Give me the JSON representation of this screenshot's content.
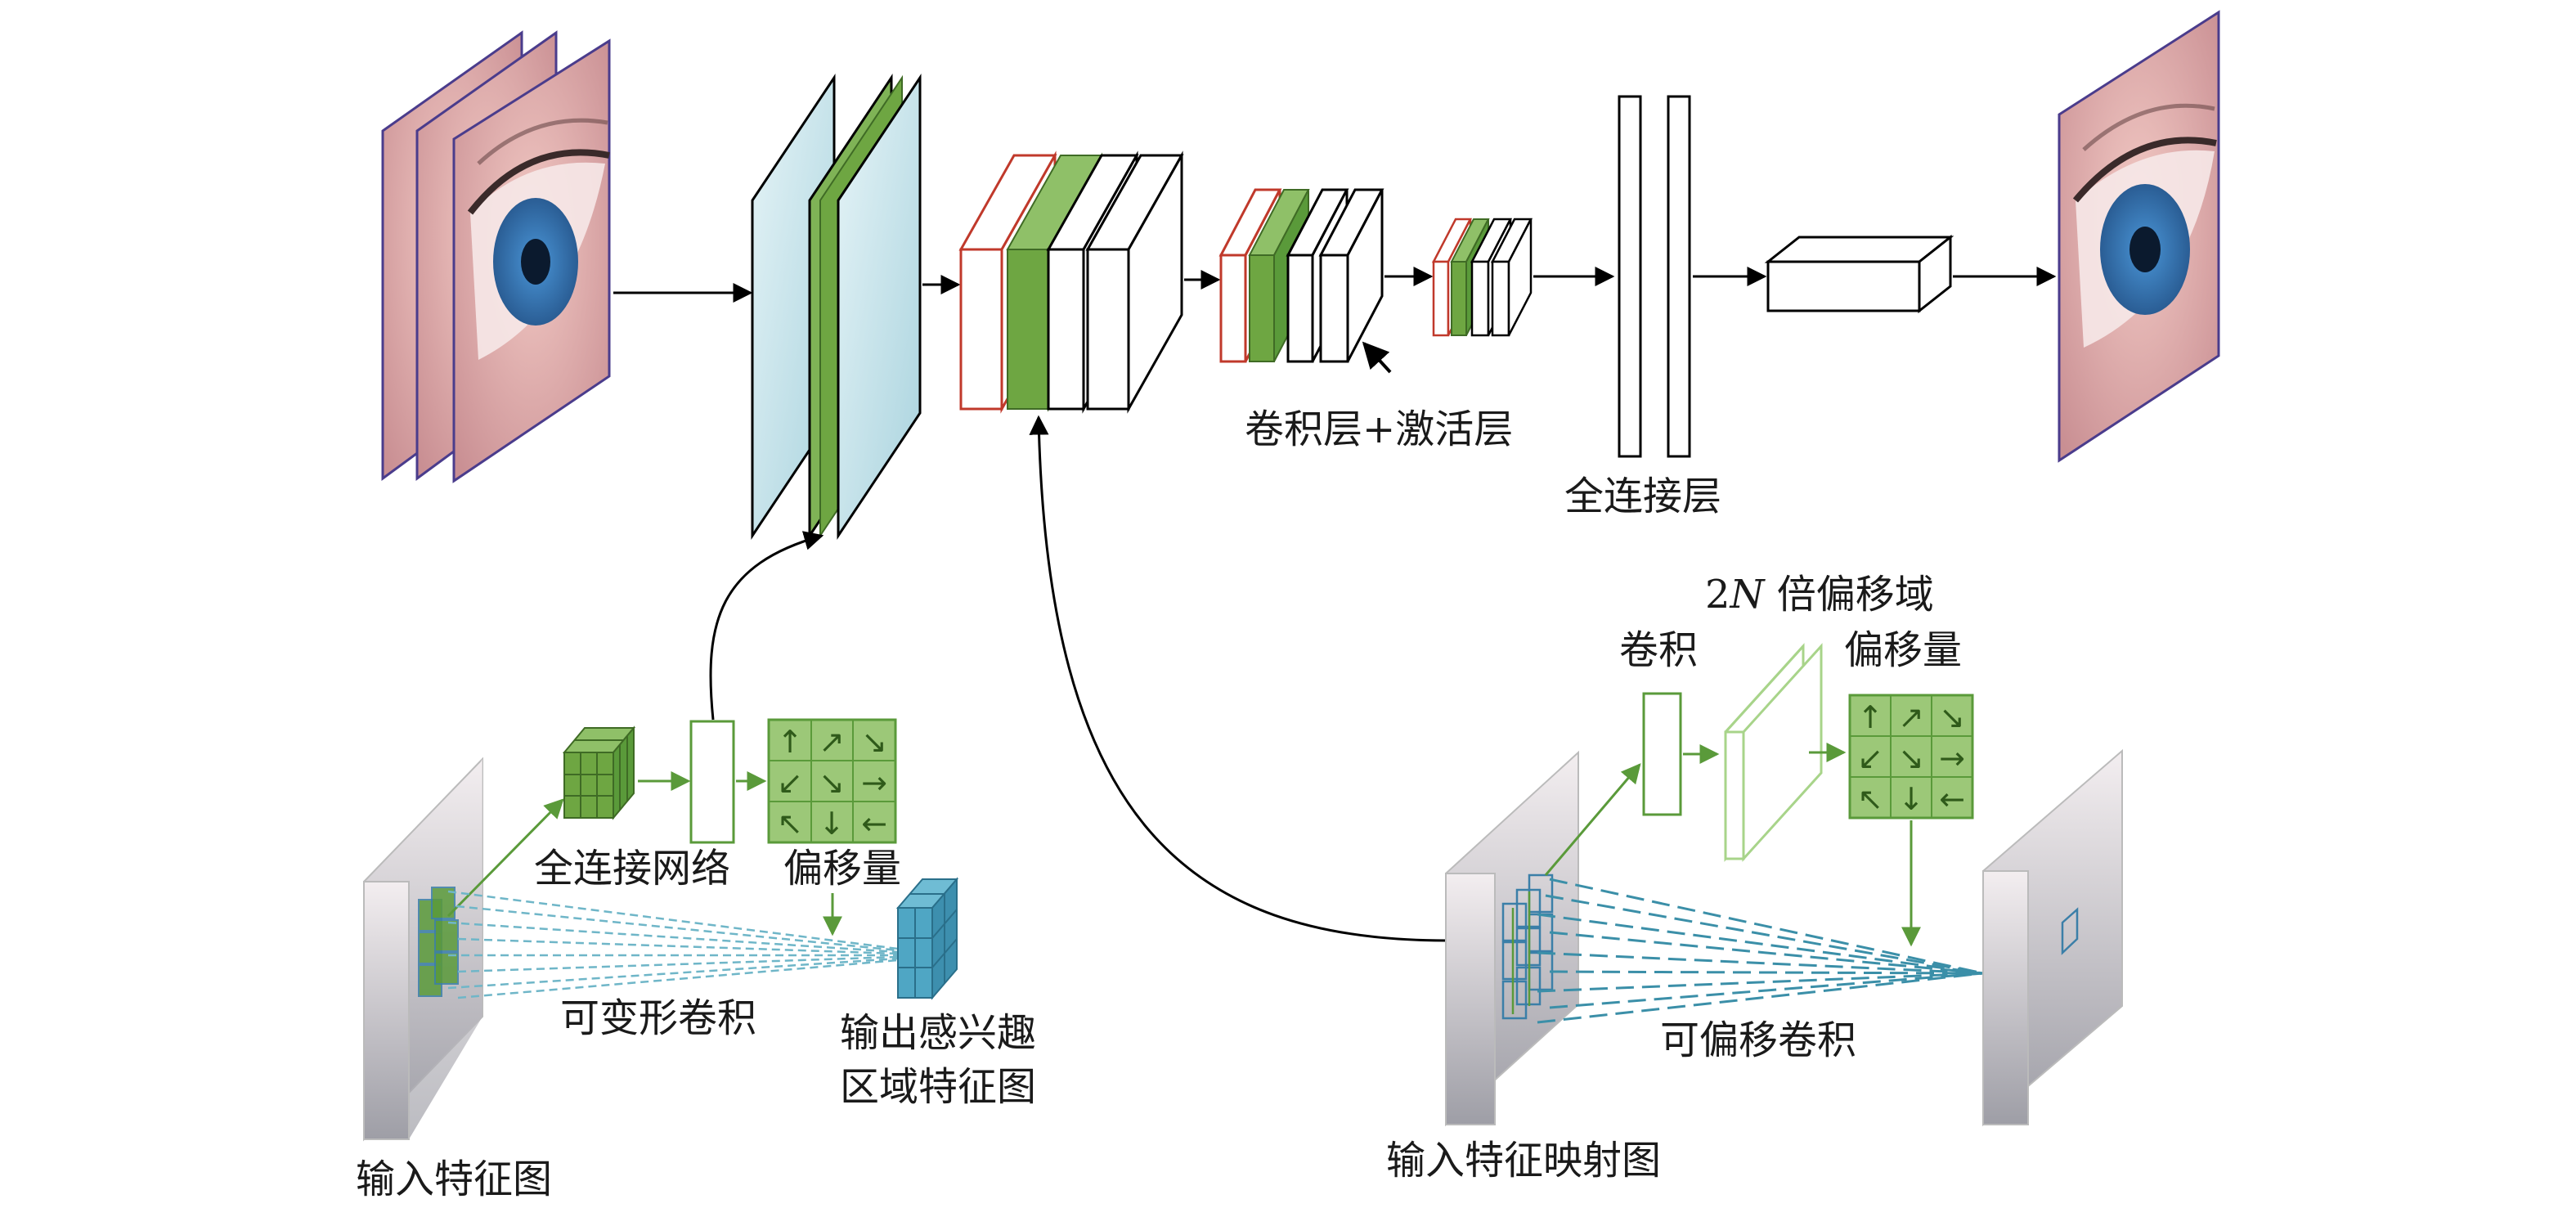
{
  "labels": {
    "conv_act": "卷积层+激活层",
    "fc_layer": "全连接层",
    "offset_field_prefix": "2",
    "offset_field_n": "N",
    "offset_field_suffix": " 倍偏移域",
    "conv": "卷积",
    "offset_amount_right": "偏移量",
    "fc_network": "全连接网络",
    "offset_amount_left": "偏移量",
    "deformable_conv": "可变形卷积",
    "output_roi_line1": "输出感兴趣",
    "output_roi_line2": "区域特征图",
    "input_feature_map": "输入特征图",
    "shiftable_conv": "可偏移卷积",
    "input_feature_mapping": "输入特征映射图"
  },
  "colors": {
    "cyan_layer": "#c7e6ee",
    "green_layer": "#6ea642",
    "red_outline": "#c0392b",
    "grid_green": "#8fc068",
    "cube_blue": "#4fa6c4",
    "dashed_line": "#3b8fa8",
    "arrow": "#000000"
  },
  "offset_grid_arrows": [
    "↑",
    "↗",
    "↘",
    "↙",
    "↘",
    "→",
    "↖",
    "↓",
    "←"
  ]
}
